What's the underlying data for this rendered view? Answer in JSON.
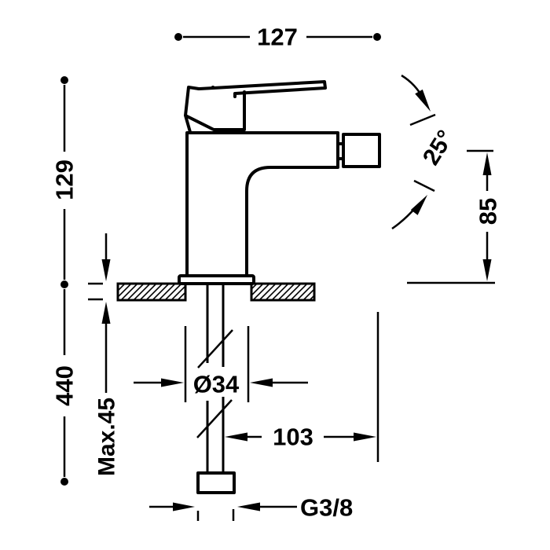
{
  "meta": {
    "background_color": "#ffffff",
    "line_color": "#000000"
  },
  "labels": {
    "overall_width": "127",
    "height_above_deck": "129",
    "length_below_deck": "440",
    "max_deck_thickness": "Max.45",
    "handle_angle": "25°",
    "spout_height": "85",
    "body_diameter": "Ø34",
    "spout_reach": "103",
    "connection_thread": "G3/8"
  }
}
